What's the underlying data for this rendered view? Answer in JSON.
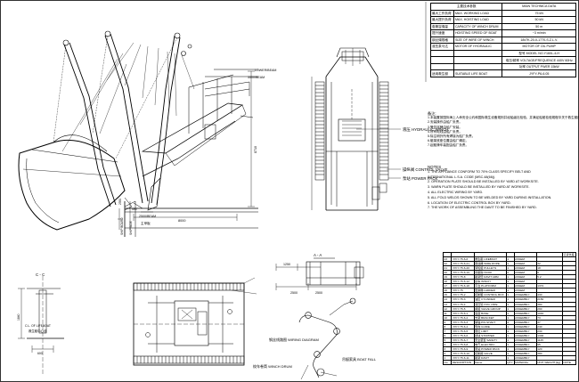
{
  "tech_table": {
    "header": [
      "主要技术参数",
      "MAIN TECHNICA DATA"
    ],
    "rows": [
      {
        "cn": "最大工作负荷",
        "en": "MAX. WORKING LOAD",
        "val": "75 kN"
      },
      {
        "cn": "最大提升负荷",
        "en": "MAX. HOISTING LOAD",
        "val": "50 kN"
      },
      {
        "cn": "卷筒容绳量",
        "en": "CAPACITY OF WINCH DRUM",
        "val": "50 m"
      },
      {
        "cn": "提升速度",
        "en": "HOISTING SPEED OF BOAT",
        "val": "~3 m/min"
      },
      {
        "cn": "钢丝绳规格",
        "en": "SIZE OF WIRE OF WINCH",
        "val": "18x7K-20-II-1770-S.Z.L.V."
      },
      {
        "cn": "液压泵马达",
        "en": "MOTOR OF HYDRAULIC",
        "val": "MOTOR OF OIL PUMP"
      },
      {
        "cn": "",
        "en": "",
        "val": "型号 MODEL NO.Y160L-4-H"
      },
      {
        "cn": "",
        "en": "",
        "val": "电压/频率 VOLTAGE/FREQUENCE 440V 60Hz"
      },
      {
        "cn": "",
        "en": "",
        "val": "功率 OUTPUT PWER 15kW"
      },
      {
        "cn": "适用救生艇",
        "en": "SUITABLE LIFE BOAT",
        "val": "JYFY-P6-6.05"
      }
    ]
  },
  "notes_cn": {
    "title": "备注:",
    "lines": [
      "1.本装置按国际海上人命安全公约和国际救生设备规则并经船级社检验，并满足船舶检验规程中关于救生艇的规定。",
      "2.安装操作由船厂负责。",
      "3.警告铭牌由船厂安装。",
      "4.所有电线由船厂负责。",
      "5.除注明外所有焊接为船厂负责。",
      "6.艇架底座位置由船厂确定。",
      "7.起艇滑车装配由船厂负责。"
    ]
  },
  "notes_en": {
    "title": "NOTES",
    "lines": [
      "1. THE APPLIANCE CONFORM TO 70% CLASS SPECIFY BELT AND",
      "   INTERNATIONAL L.S.A. CODE (MSC.48(66)).",
      "2. OPERATION PLATE SHOULD BE INSTALLED BY YARD AT WORKSITE.",
      "3. WARN PLATE SHOULD BE INSTALLED BY YARD AT WORKSITE.",
      "4. ALL ELECTRIC WIRING BY YARD.",
      "5. ALL FOLD WELDS SHOWN TO BE WELDED BY YARD DURING INSTALLATION.",
      "6. LOCATION OF ELECTRIC CONTROL BOX BY YARD.",
      "7. THE WORK OF ASSEMBLING THE DAVIT TO BE FINISHED BY YARD."
    ]
  },
  "drawing_labels": {
    "hydraulic_winch": "液压 HYDRAULIC WINCH",
    "control_valve": "操纵阀 CONTROL VALVE",
    "power_pack": "泵站 POWER PACK",
    "wiring_diagram": "钢丝线路图 WIRING DIAGRAM",
    "boat_fall": "吊艇索具 BOAT FALL",
    "winch_drum": "绞车卷筒 WINCH DRUM",
    "section_a": "A - A",
    "section_c": "C - C",
    "main_deck": "主甲板",
    "upper_deck": "LOWER/BEAM",
    "beam": "3500/BEAM",
    "beam2": "2500/BEAM",
    "center_line": "C.L. OF LIFEBOAT",
    "center_line_cn": "救生艇中心线",
    "dim_8000": "8000",
    "dim_2500a": "2500",
    "dim_2500b": "2500",
    "dim_1250": "1250",
    "dim_490": "490",
    "dim_1840": "1840",
    "dim_2350": "2350",
    "dim_600": "600",
    "ship_board": "SHIP BOARD",
    "side_hull": "SHIP SIDE",
    "total_height": "8710"
  },
  "parts_list": {
    "corner_label": "订货长度",
    "rows": [
      {
        "no": "23",
        "code": "JYFY-75-6-6",
        "name": "救生艇 LIFEBOAT",
        "qty": "1",
        "mat": "ASSEM",
        "wt": "",
        "note": ""
      },
      {
        "no": "22",
        "code": "JYFY-75-6-21",
        "name": "钢丝绳 WIRE ROPE",
        "qty": "1",
        "mat": "ASSEM",
        "wt": "32",
        "note": ""
      },
      {
        "no": "21",
        "code": "JYFY-75-6-20",
        "name": "滑轮组 PULLEYS",
        "qty": "1",
        "mat": "ASSEM",
        "wt": "18",
        "note": ""
      },
      {
        "no": "20",
        "code": "JYFY-75-6-19",
        "name": "吊艇钩 HOOK",
        "qty": "2",
        "mat": "ASSEM",
        "wt": "6",
        "note": ""
      },
      {
        "no": "19",
        "code": "JYFY-75-8",
        "name": "艇架臂 DAVIT ARM",
        "qty": "1",
        "mat": "ASSEM",
        "wt": "5.2",
        "note": ""
      },
      {
        "no": "18",
        "code": "JYFY-75-6-12",
        "name": "绞车 WINCH",
        "qty": "1",
        "mat": "ASSEM",
        "wt": "",
        "note": ""
      },
      {
        "no": "17",
        "code": "JYFY-75-6-18",
        "name": "平台 PLATFORM",
        "qty": "1",
        "mat": "ASSEM",
        "wt": "1372",
        "note": ""
      },
      {
        "no": "16",
        "code": "JYFY-75",
        "name": "登乘梯 LADDER",
        "qty": "1",
        "mat": "ASSEM",
        "wt": "",
        "note": ""
      },
      {
        "no": "15",
        "code": "JYFY-75-2",
        "name": "控制箱 CONTROL BOX",
        "qty": "1",
        "mat": "ASSEMBLY",
        "wt": "430",
        "note": ""
      },
      {
        "no": "14",
        "code": "JYFY-75-3",
        "name": "油缸 CYLINDER",
        "qty": "1",
        "mat": "ASSEMBLY",
        "wt": "2150",
        "note": ""
      },
      {
        "no": "13",
        "code": "JYFY-75-4",
        "name": "液压管 HYD. PIPE",
        "qty": "1",
        "mat": "ASSEMBLY",
        "wt": "380",
        "note": ""
      },
      {
        "no": "12",
        "code": "JYFY-75-5",
        "name": "阀组 VALVE GROUP",
        "qty": "1",
        "mat": "ASSEMBLY",
        "wt": "290",
        "note": ""
      },
      {
        "no": "11",
        "code": "JYFY-75-6-1",
        "name": "底座 BASE",
        "qty": "1",
        "mat": "ASSEMBLY",
        "wt": "1040",
        "note": ""
      },
      {
        "no": "10",
        "code": "JYFY-75-6-2",
        "name": "支架 BRACKET",
        "qty": "1",
        "mat": "ASSEMBLY",
        "wt": "73",
        "note": ""
      },
      {
        "no": "9",
        "code": "JYFY-75-6-3",
        "name": "销轴 PIN SHAFT",
        "qty": "4",
        "mat": "ASSEMBLY",
        "wt": "37",
        "note": ""
      },
      {
        "no": "8",
        "code": "JYFY-75-6-4",
        "name": "导向 GUIDE",
        "qty": "1",
        "mat": "ASSEMBLY",
        "wt": "240",
        "note": ""
      },
      {
        "no": "7",
        "code": "JYFY-75-6-5",
        "name": "限位 LIMIT",
        "qty": "1",
        "mat": "ASSEMBLY",
        "wt": "230",
        "note": ""
      },
      {
        "no": "6",
        "code": "JYFY-75-6-6",
        "name": "挡块 STOPPER",
        "qty": "1",
        "mat": "ASSEMBLY",
        "wt": "1300",
        "note": ""
      },
      {
        "no": "5",
        "code": "JYFY-75-6-7",
        "name": "安全装置 SAFETY",
        "qty": "1",
        "mat": "ASSEMBLY",
        "wt": "1145",
        "note": ""
      },
      {
        "no": "4",
        "code": "JYFY-75-6-8",
        "name": "电气 ELECTRIC",
        "qty": "1",
        "mat": "ASSEMBLY",
        "wt": "95",
        "note": ""
      },
      {
        "no": "3",
        "code": "JYFY-75-6-9",
        "name": "泵站 POWER PACK",
        "qty": "1",
        "mat": "ASSEMBLY",
        "wt": "120",
        "note": ""
      },
      {
        "no": "2",
        "code": "JYFY-75-6-10",
        "name": "控制阀 VALVE",
        "qty": "1",
        "mat": "ASSEMBLY",
        "wt": "380",
        "note": ""
      },
      {
        "no": "1",
        "code": "JYFY-75-6-11",
        "name": "艇架 DAVIT",
        "qty": "1",
        "mat": "ASSEMBLY",
        "wt": "",
        "note": ""
      }
    ],
    "footer": {
      "no": "No.",
      "code": "DESCRIPTION",
      "name": "Name",
      "qty": "QTY",
      "mat": "MATERIAL",
      "wt": "UNIT WEIGHT(kg)",
      "note": "NOTE"
    }
  }
}
